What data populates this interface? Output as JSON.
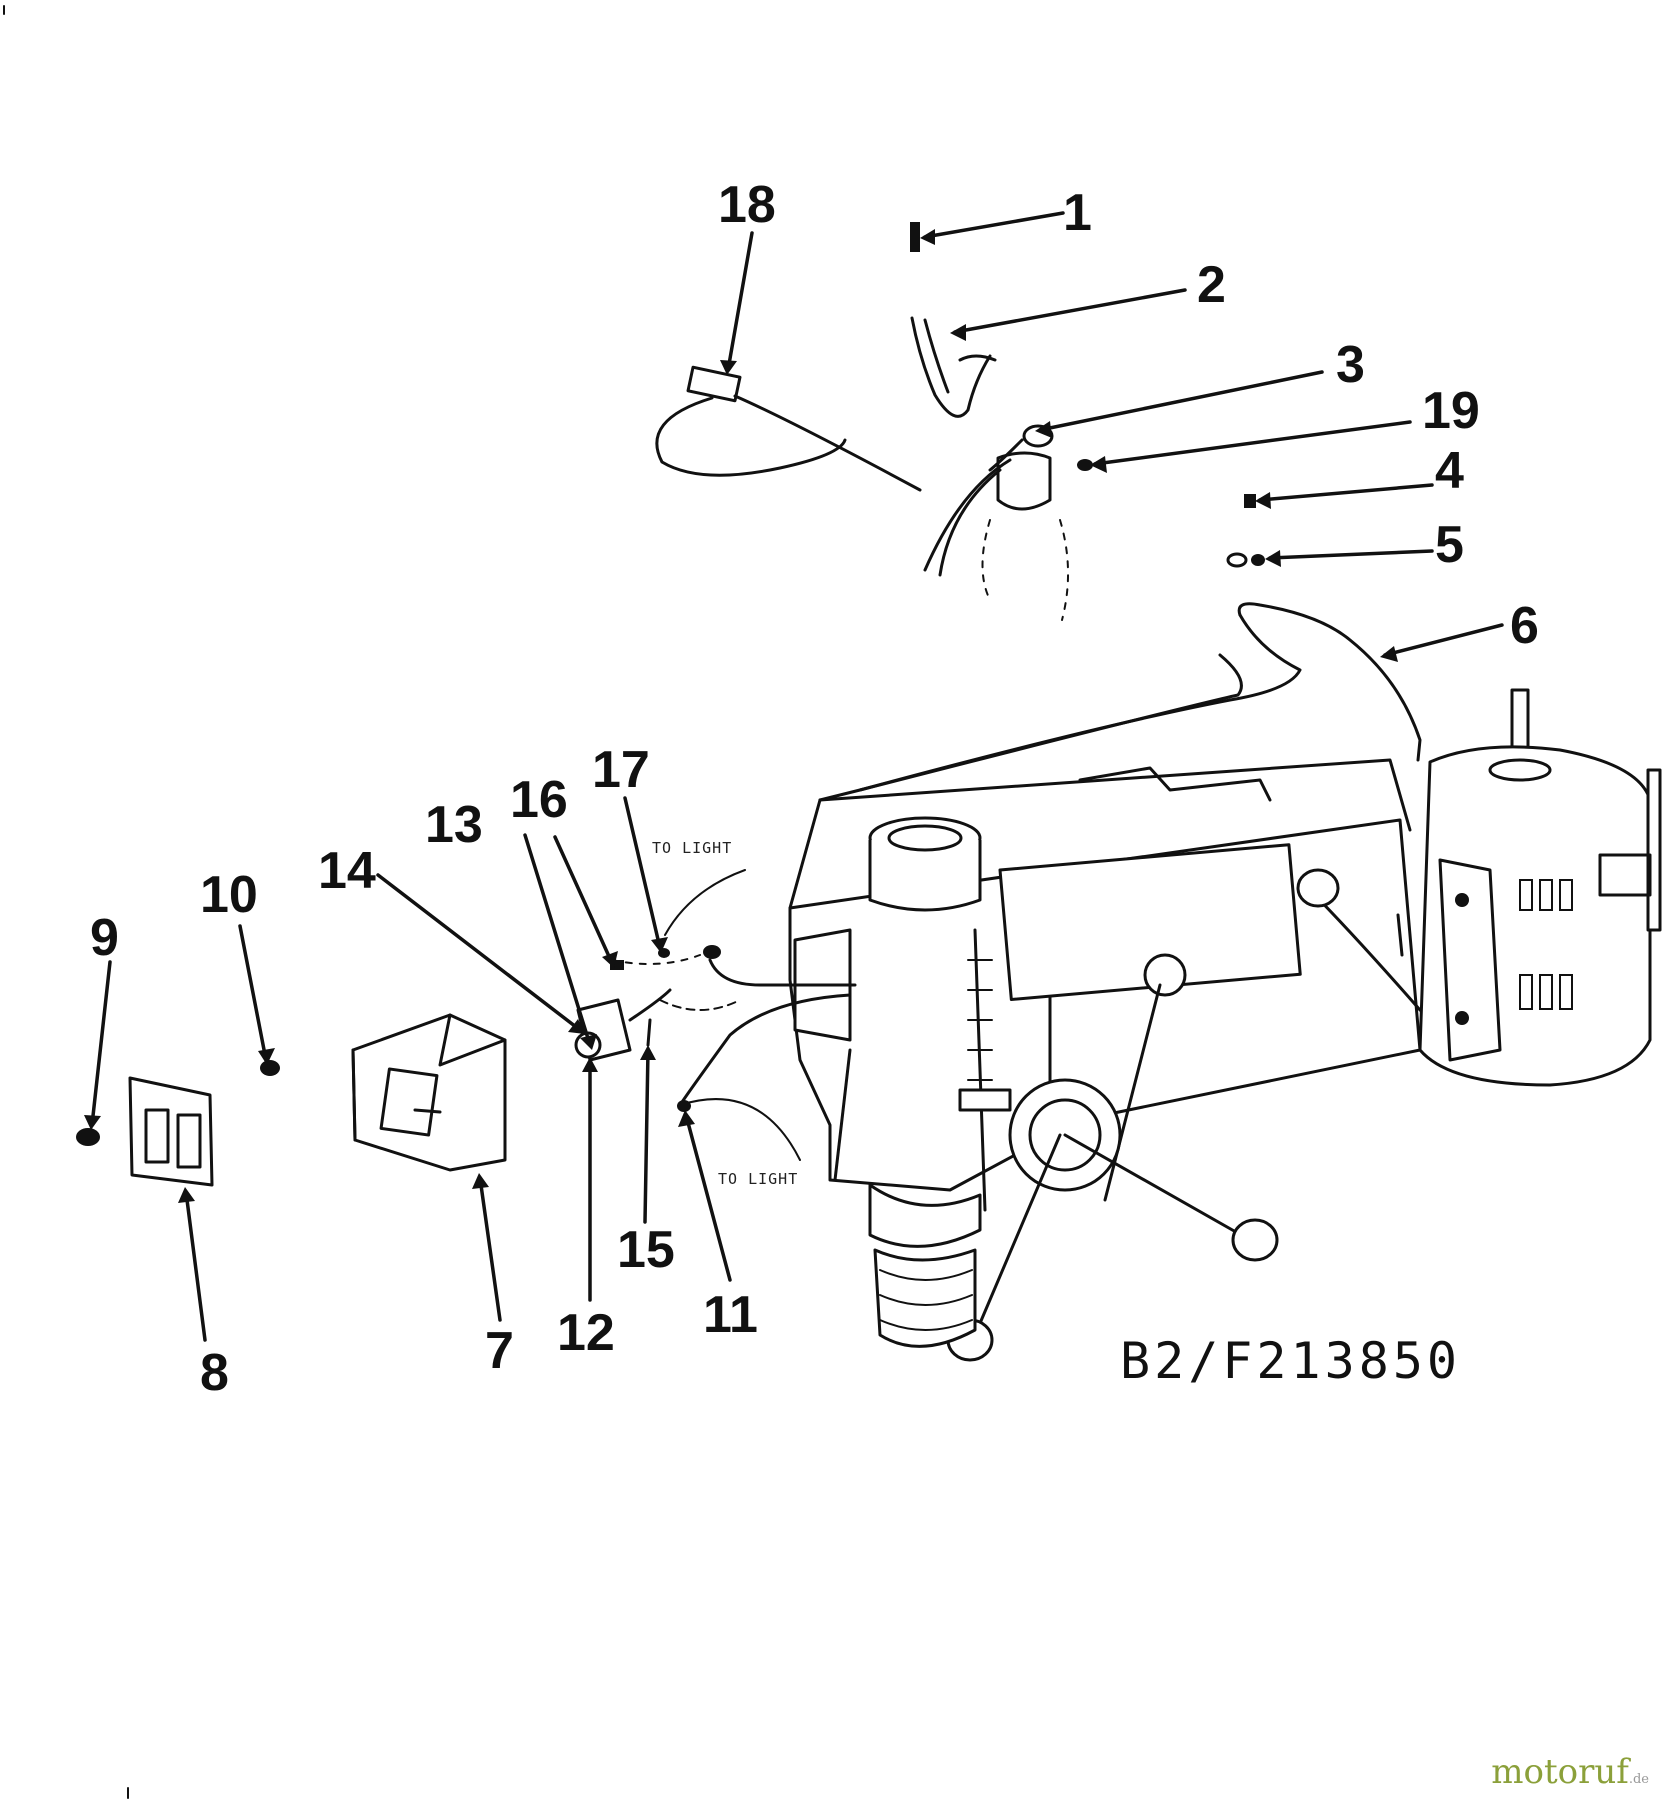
{
  "diagram": {
    "callouts": [
      "1",
      "2",
      "3",
      "4",
      "5",
      "6",
      "7",
      "8",
      "9",
      "10",
      "11",
      "12",
      "13",
      "14",
      "15",
      "16",
      "17",
      "18",
      "19"
    ],
    "wire_note_upper": "TO LIGHT",
    "wire_note_lower": "TO LIGHT",
    "reference_code": "B2/F213850"
  },
  "watermark": {
    "text": "motoruf",
    "tld": ".de"
  },
  "colors": {
    "line": "#111111",
    "background": "#ffffff",
    "watermark": "#8ba03a"
  }
}
